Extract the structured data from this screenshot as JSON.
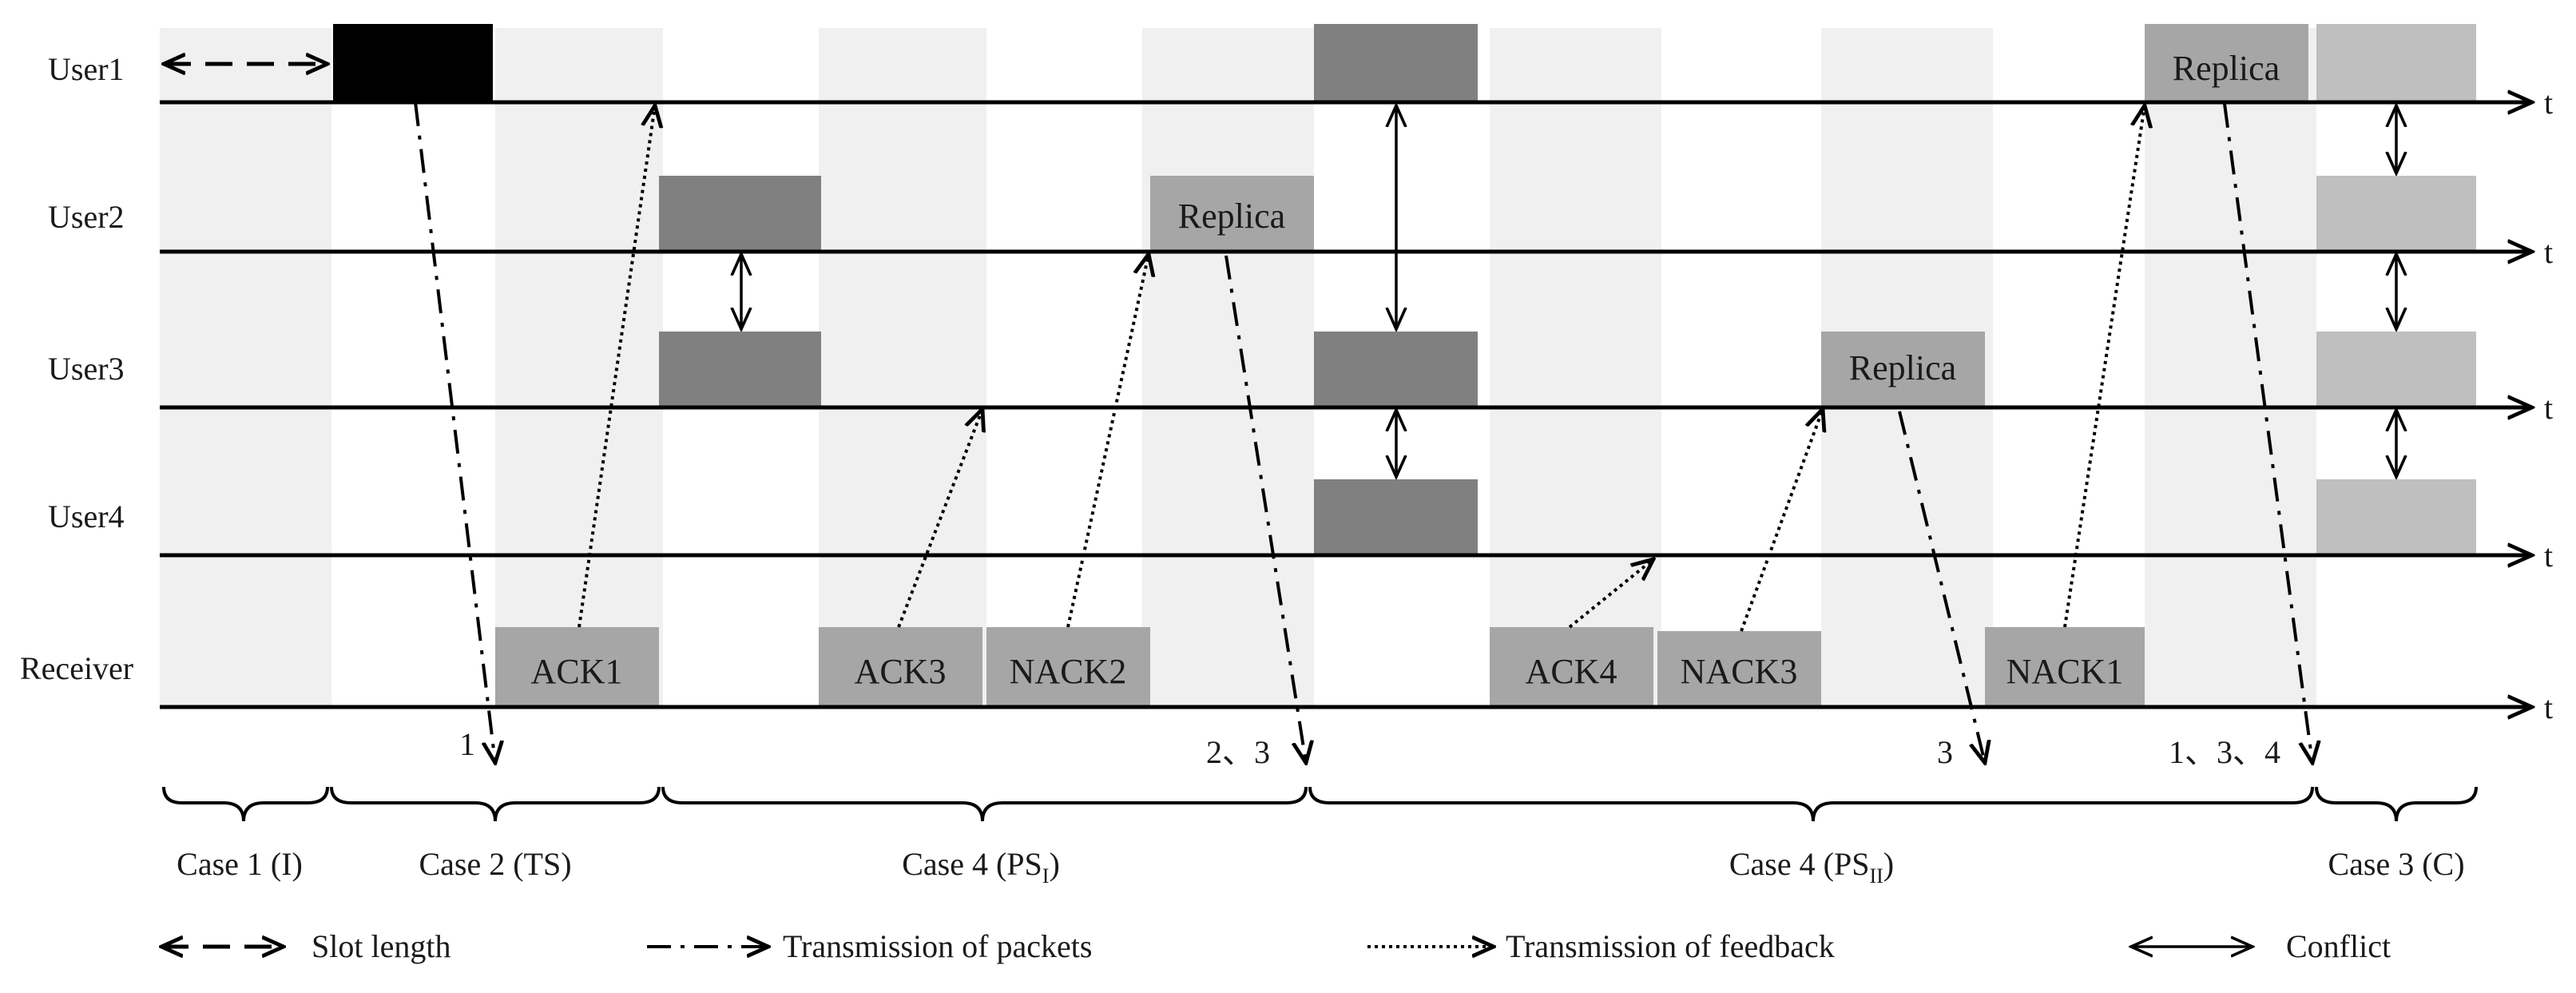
{
  "users": [
    "User1",
    "User2",
    "User3",
    "User4"
  ],
  "receiver_label": "Receiver",
  "time_label": "t",
  "replica_label": "Replica",
  "feedback": {
    "ack1": "ACK1",
    "ack3": "ACK3",
    "nack2": "NACK2",
    "ack4": "ACK4",
    "nack3": "NACK3",
    "nack1": "NACK1"
  },
  "arrival_labels": {
    "a1": "1",
    "a2": "2、3",
    "a3": "3",
    "a4": "1、3、4"
  },
  "cases": {
    "case1": "Case 1 (I)",
    "case2": "Case 2 (TS)",
    "case4a_main": "Case 4 (PS",
    "case4a_sub": "I",
    "case4b_main": "Case 4 (PS",
    "case4b_sub": "II",
    "case_close": ")",
    "case3": "Case 3 (C)"
  },
  "legend": {
    "slot": "Slot length",
    "packets": "Transmission of packets",
    "feedback": "Transmission of feedback",
    "conflict": "Conflict"
  },
  "colors": {
    "slot_bg": "#f0f0f0",
    "black": "#000000",
    "dark_gray": "#808080",
    "mid_gray": "#a6a6a6",
    "light_gray": "#bfbfbf"
  }
}
